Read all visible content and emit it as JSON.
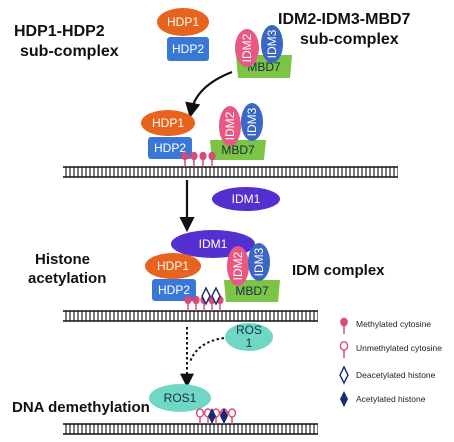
{
  "labels": {
    "hdp_sub_line1": "HDP1-HDP2",
    "hdp_sub_line2": "sub-complex",
    "idm_sub_line1": "IDM2-IDM3-MBD7",
    "idm_sub_line2": "sub-complex",
    "histone_acetylation_line1": "Histone",
    "histone_acetylation_line2": "acetylation",
    "idm_complex": "IDM complex",
    "dna_demethylation": "DNA demethylation"
  },
  "proteins": {
    "hdp1": "HDP1",
    "hdp2": "HDP2",
    "idm1": "IDM1",
    "idm2": "IDM2",
    "idm3": "IDM3",
    "mbd7": "MBD7",
    "ros_line1": "ROS",
    "ros_line2": "1",
    "ros1": "ROS1"
  },
  "legend": [
    {
      "icon": "methylated-cytosine-icon",
      "label": "Methylated cytosine"
    },
    {
      "icon": "unmethylated-cytosine-icon",
      "label": "Unmethylated cytosine"
    },
    {
      "icon": "deacetylated-histone-icon",
      "label": "Deacetylated histone"
    },
    {
      "icon": "acetylated-histone-icon",
      "label": "Acetylated histone"
    }
  ],
  "colors": {
    "hdp1": "#e8641e",
    "hdp2": "#3a78d8",
    "idm1": "#5530d0",
    "idm2": "#e85880",
    "idm3": "#3a66c4",
    "mbd7": "#7cc443",
    "ros": "#6fd8c4",
    "methylated": "#d84a78",
    "histone_marker": "#1a2a6e"
  }
}
